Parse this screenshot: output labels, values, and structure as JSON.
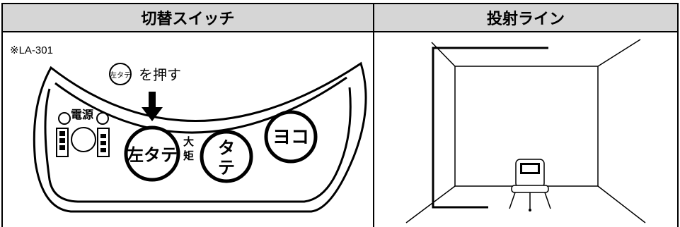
{
  "headers": {
    "left": "切替スイッチ",
    "right": "投射ライン"
  },
  "note": "※LA-301",
  "instruction": {
    "button_ref": "左タテ",
    "action": "を押す"
  },
  "panel": {
    "power_label": "電源",
    "btn_left_tate": "左タテ",
    "btn_tate_line1": "タ",
    "btn_tate_line2": "テ",
    "btn_yoko": "ヨコ",
    "large_angle_1": "大",
    "large_angle_2": "矩"
  }
}
